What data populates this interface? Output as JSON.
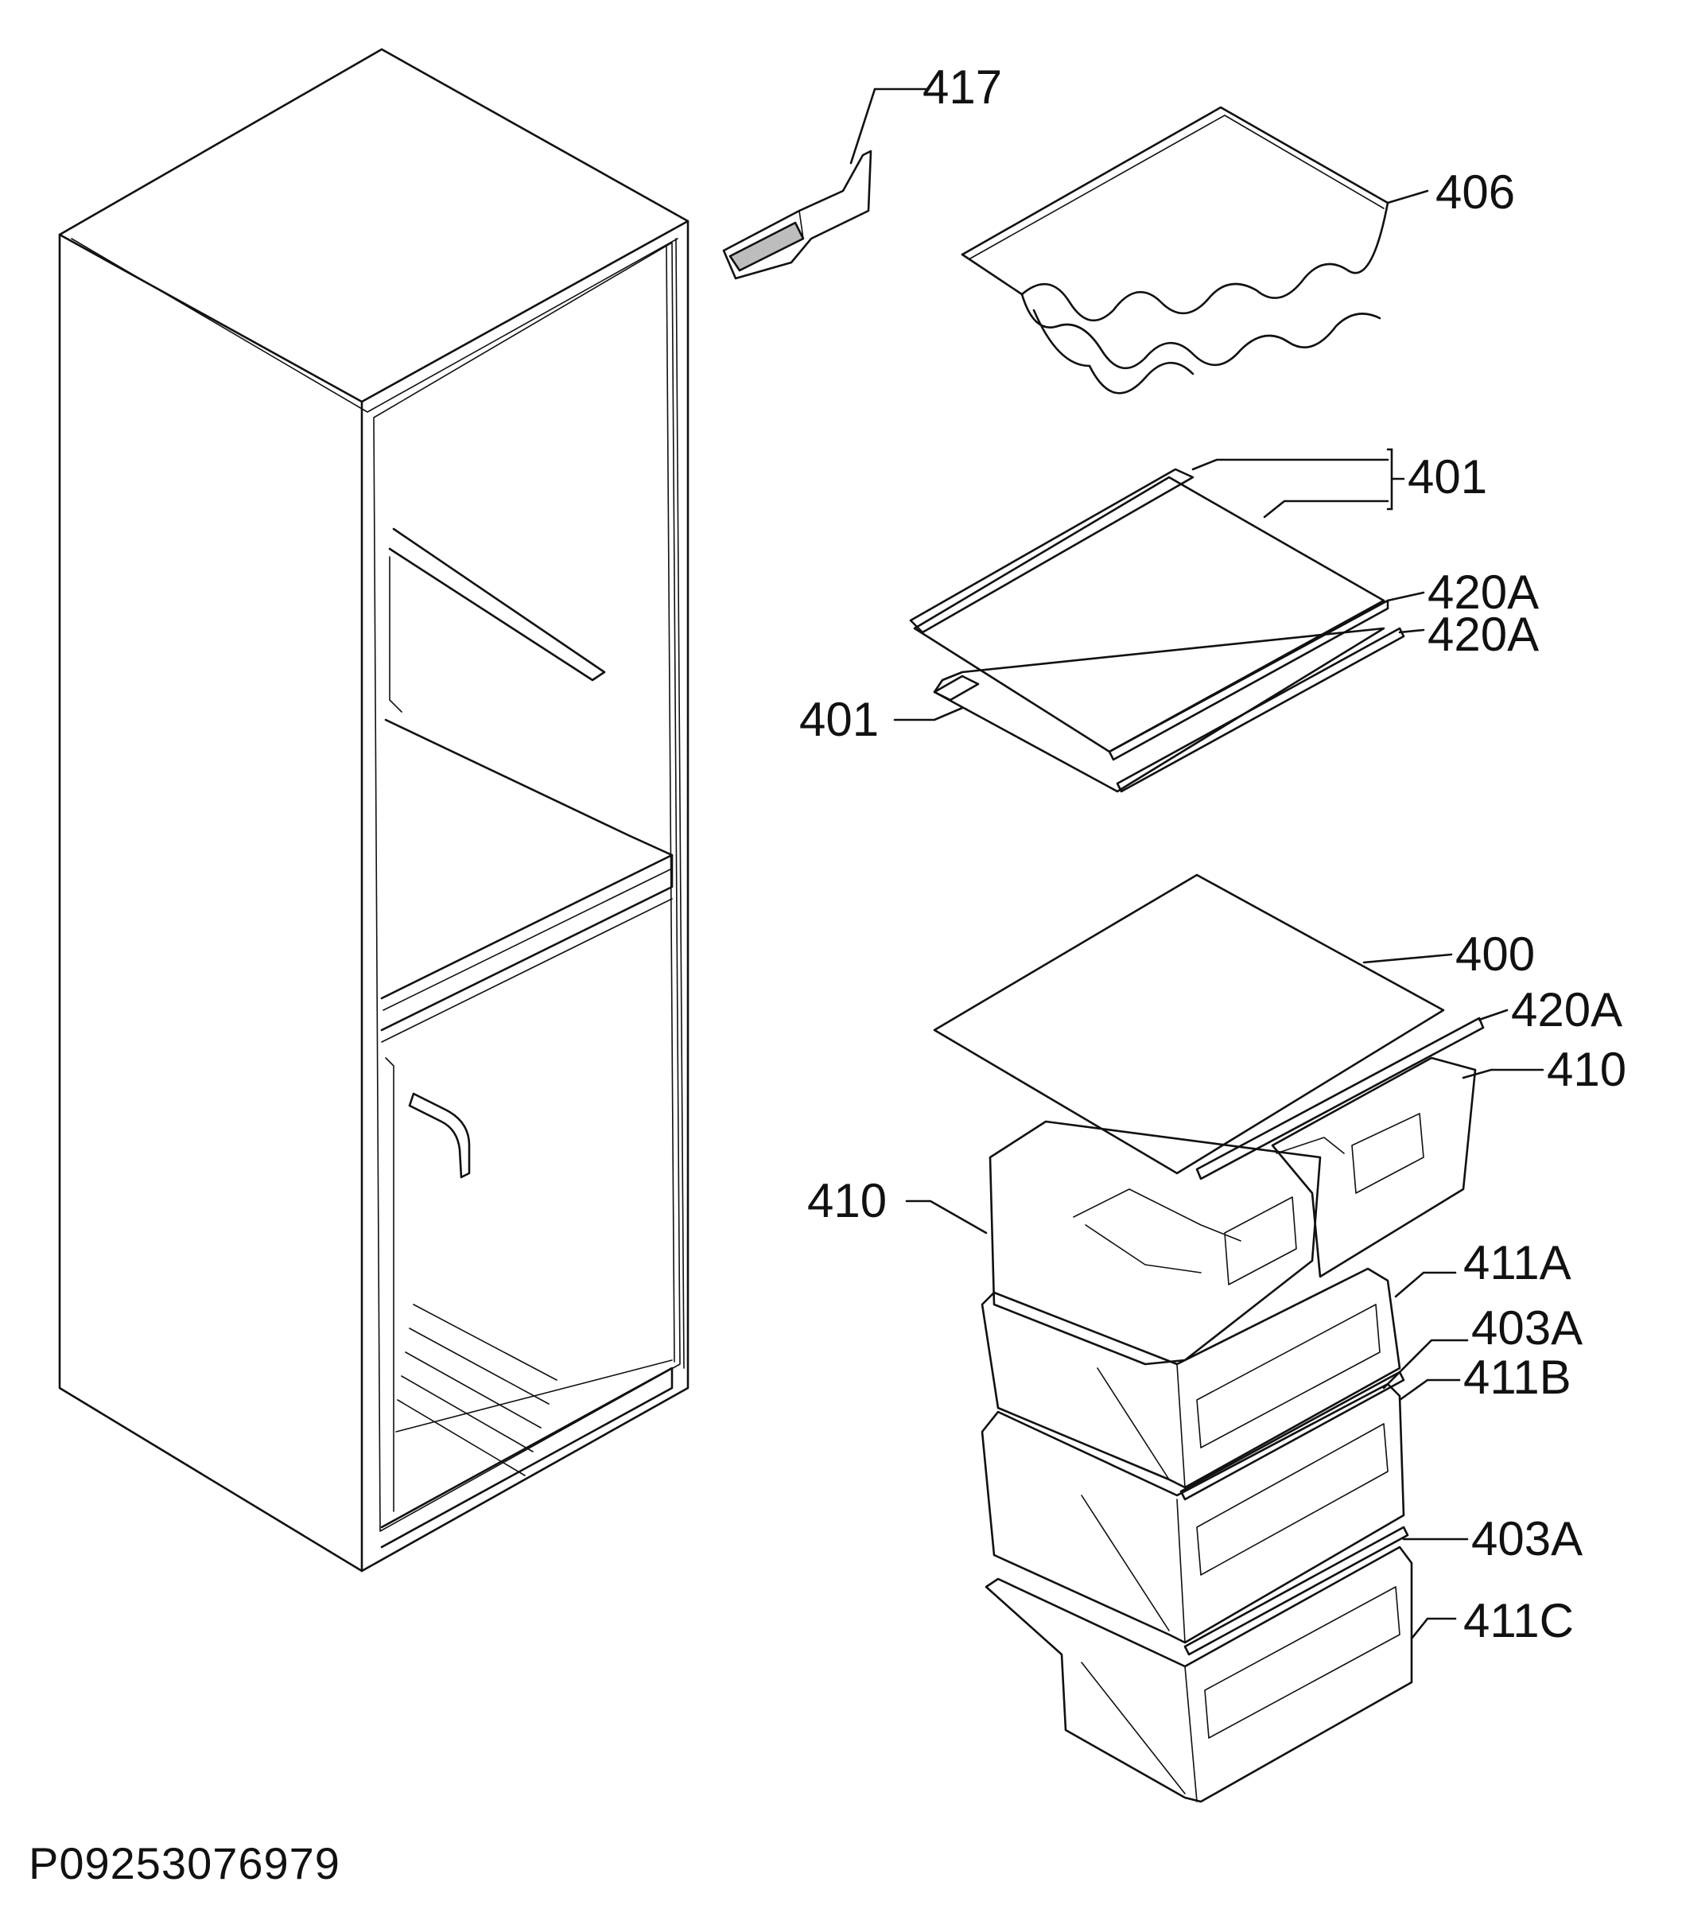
{
  "diagram": {
    "document_code": "P09253076979",
    "callouts": {
      "c417": "417",
      "c406": "406",
      "c401_top": "401",
      "c420A_1": "420A",
      "c420A_2": "420A",
      "c401_mid": "401",
      "c400": "400",
      "c420A_3": "420A",
      "c410_right": "410",
      "c410_left": "410",
      "c411A": "411A",
      "c403A_1": "403A",
      "c411B": "411B",
      "c403A_2": "403A",
      "c411C": "411C"
    },
    "colors": {
      "line": "#111111",
      "background": "#ffffff"
    }
  }
}
